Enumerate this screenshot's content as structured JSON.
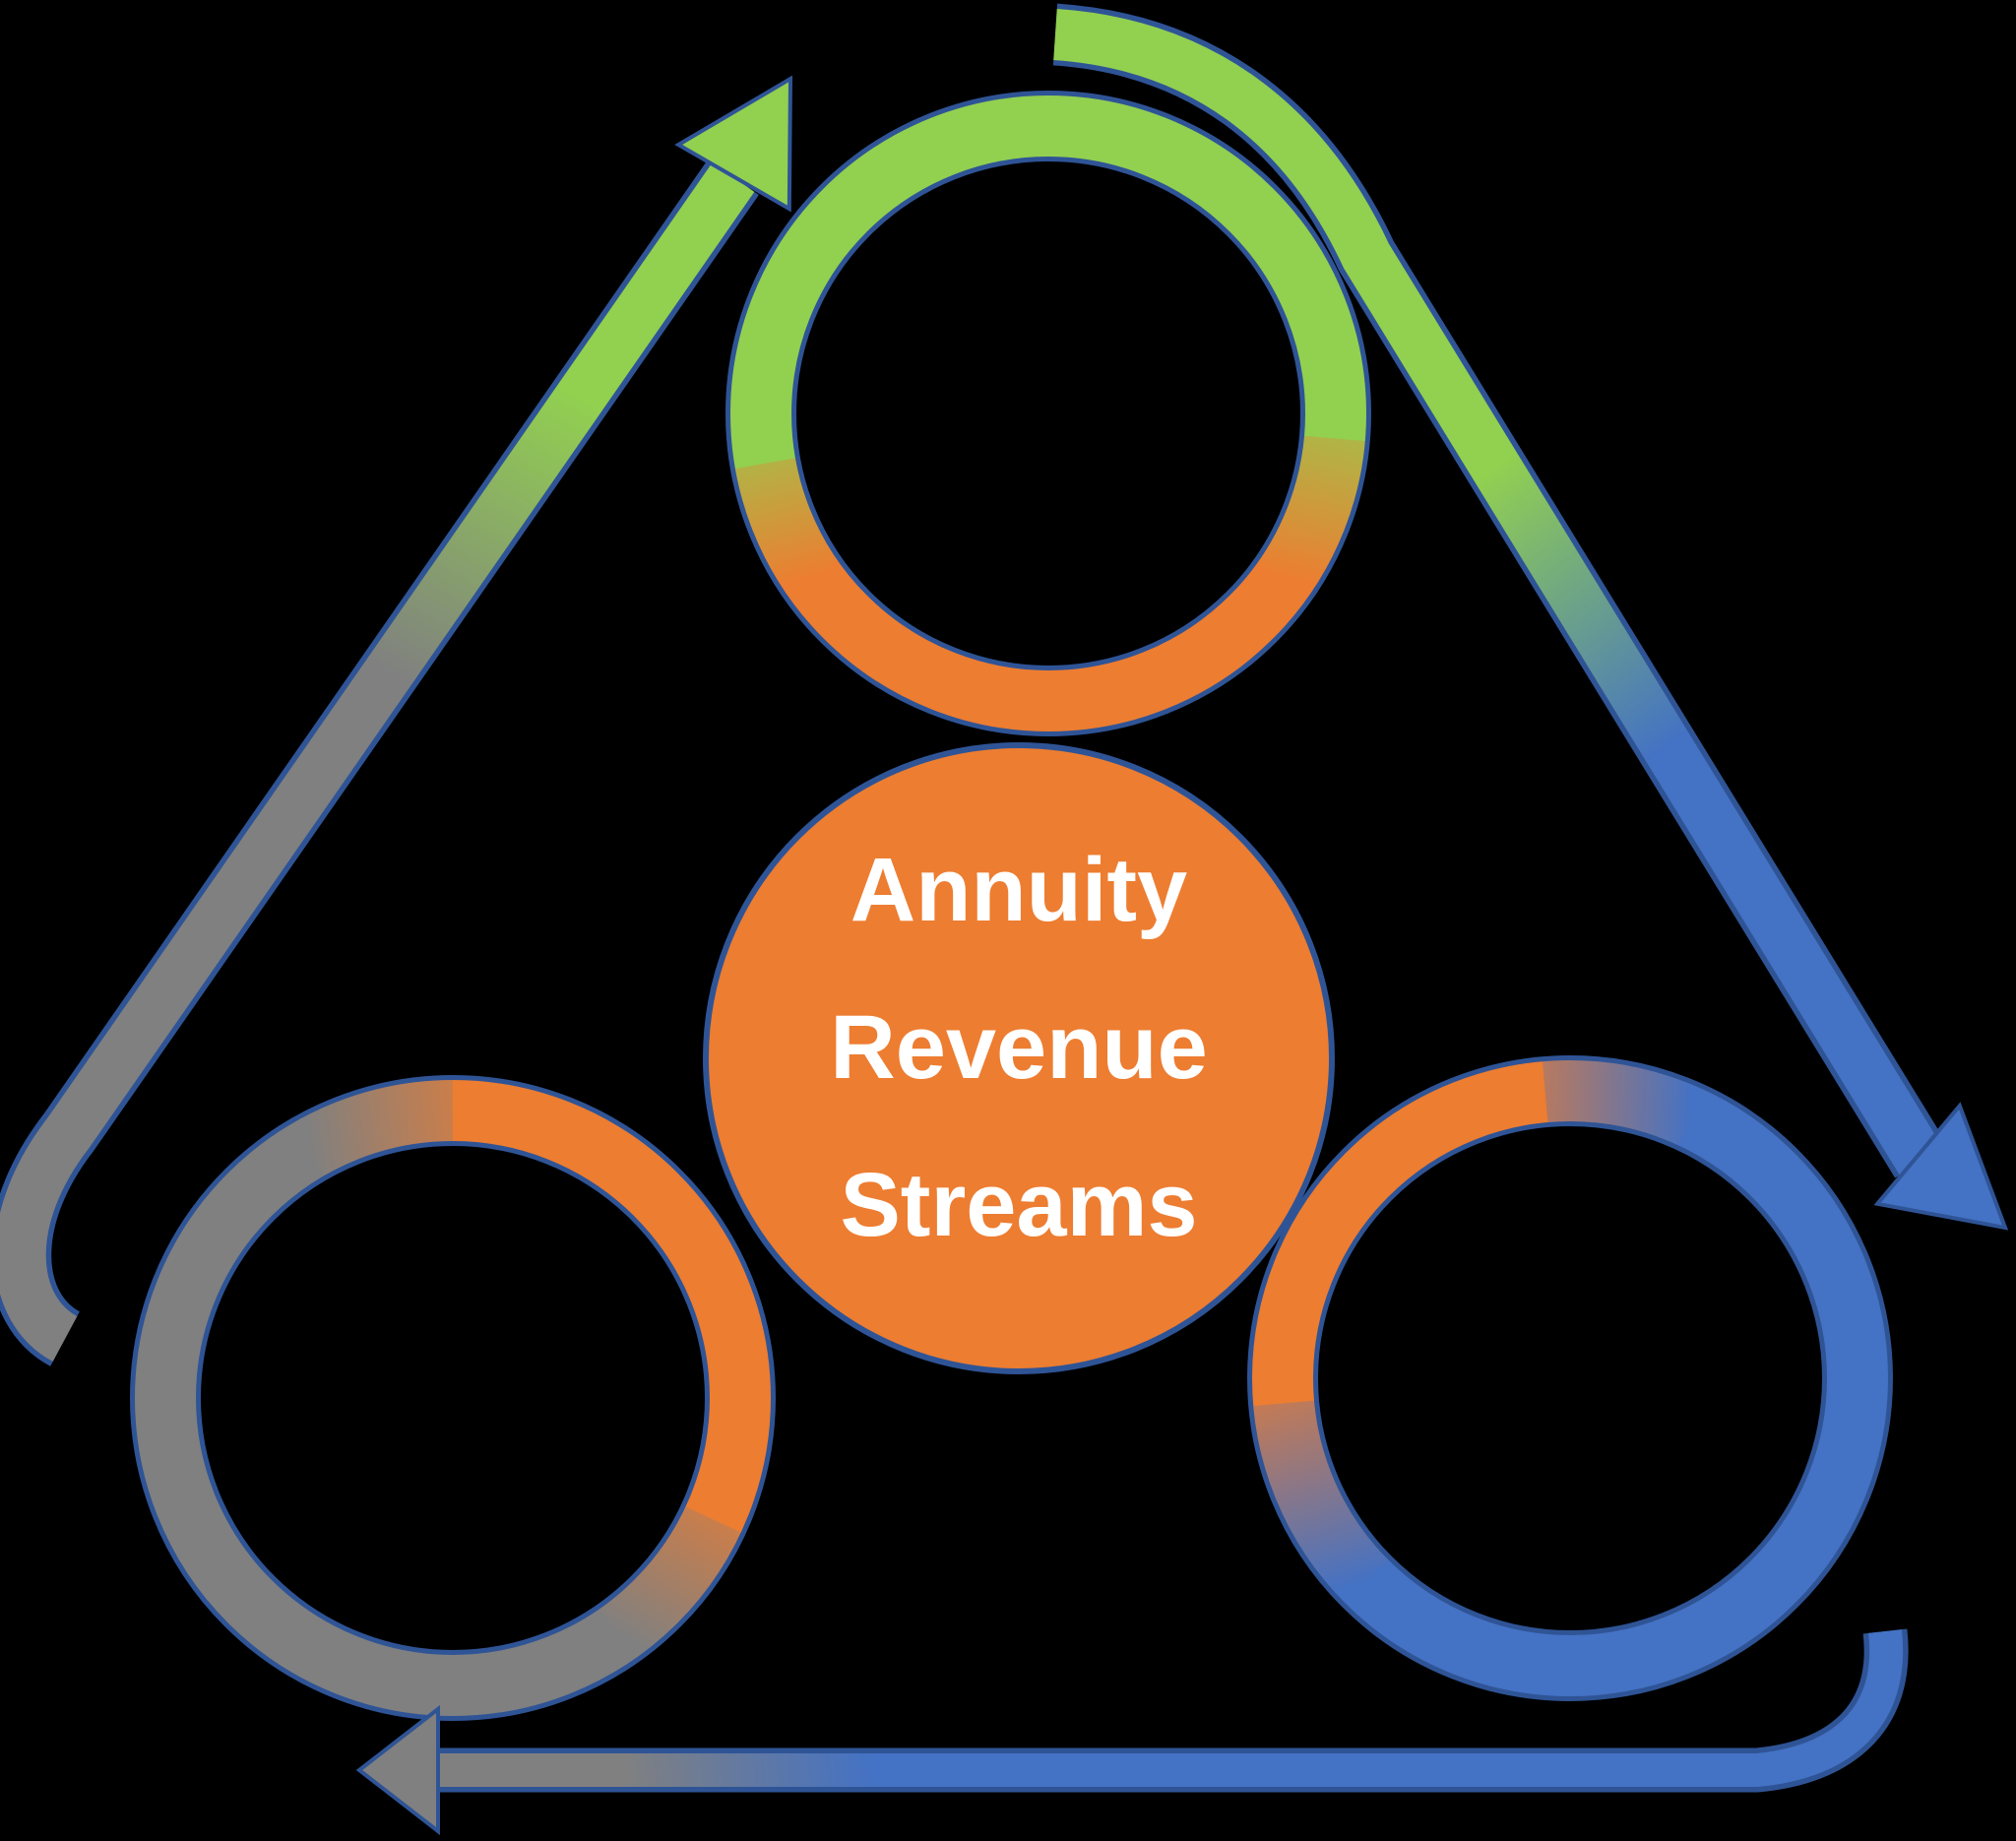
{
  "diagram": {
    "type": "cycle-diagram",
    "center": {
      "line1": "Annuity",
      "line2": "Revenue",
      "line3": "Streams"
    },
    "nodes": [
      {
        "id": "top-ring",
        "shape": "ring",
        "colors": [
          "green",
          "orange"
        ]
      },
      {
        "id": "left-ring",
        "shape": "ring",
        "colors": [
          "orange",
          "gray"
        ]
      },
      {
        "id": "right-ring",
        "shape": "ring",
        "colors": [
          "orange",
          "blue"
        ]
      }
    ],
    "arrows": [
      {
        "id": "left-arrow",
        "from": "left-ring",
        "to": "top-ring",
        "gradient": [
          "gray",
          "green"
        ],
        "direction": "up-right"
      },
      {
        "id": "right-arrow",
        "from": "top-ring",
        "to": "right-ring",
        "gradient": [
          "green",
          "blue"
        ],
        "direction": "down-right"
      },
      {
        "id": "bottom-arrow",
        "from": "right-ring",
        "to": "left-ring",
        "gradient": [
          "blue",
          "gray"
        ],
        "direction": "left"
      }
    ]
  },
  "colors": {
    "background": "#000000",
    "orange": "#ED7D31",
    "green": "#92D050",
    "blue": "#4472C4",
    "gray": "#808080",
    "outline": "#2F5496",
    "text": "#FFFFFF"
  }
}
